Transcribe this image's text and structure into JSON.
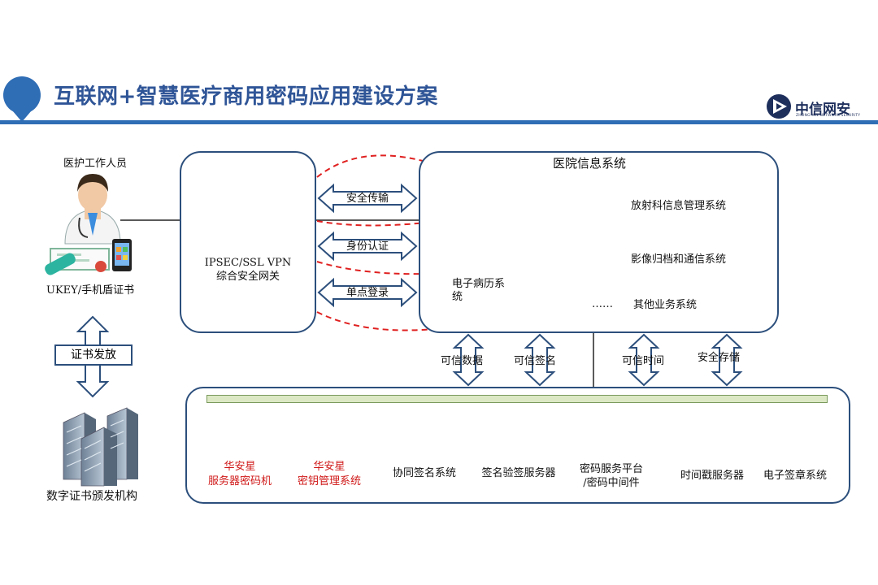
{
  "header": {
    "title": "互联网+智慧医疗商用密码应用建设方案",
    "brand_name": "中信网安",
    "brand_subtitle": "ZHONG XIN NETWORK SECURITY"
  },
  "left": {
    "staff_label": "医护工作人员",
    "ukey_label": "UKEY/手机盾证书",
    "cert_issue_label": "证书发放",
    "ca_label": "数字证书颁发机构"
  },
  "gateway": {
    "line1": "IPSEC/SSL VPN",
    "line2": "综合安全网关"
  },
  "channels": {
    "secure_transfer": "安全传输",
    "identity_auth": "身份认证",
    "single_sign_on": "单点登录"
  },
  "his": {
    "title": "医院信息系统",
    "emr_line1": "电子病历系",
    "emr_line2": "统",
    "radiology": "放射科信息管理系统",
    "pacs": "影像归档和通信系统",
    "ellipsis": "……",
    "other": "其他业务系统"
  },
  "services": {
    "trusted_data": "可信数据",
    "trusted_signature": "可信签名",
    "trusted_time": "可信时间",
    "secure_storage": "安全存储"
  },
  "devices": {
    "hsm_line1": "华安星",
    "hsm_line2": "服务器密码机",
    "kms_line1": "华安星",
    "kms_line2": "密钥管理系统",
    "cosign": "协同签名系统",
    "verify": "签名验签服务器",
    "crypto_line1": "密码服务平台",
    "crypto_line2": "/密码中间件",
    "timestamp": "时间戳服务器",
    "esign": "电子签章系统"
  },
  "colors": {
    "header_blue": "#2f5597",
    "box_border": "#2c4f7c",
    "red_label": "#d01818",
    "dashed_arrow": "#e02020"
  }
}
